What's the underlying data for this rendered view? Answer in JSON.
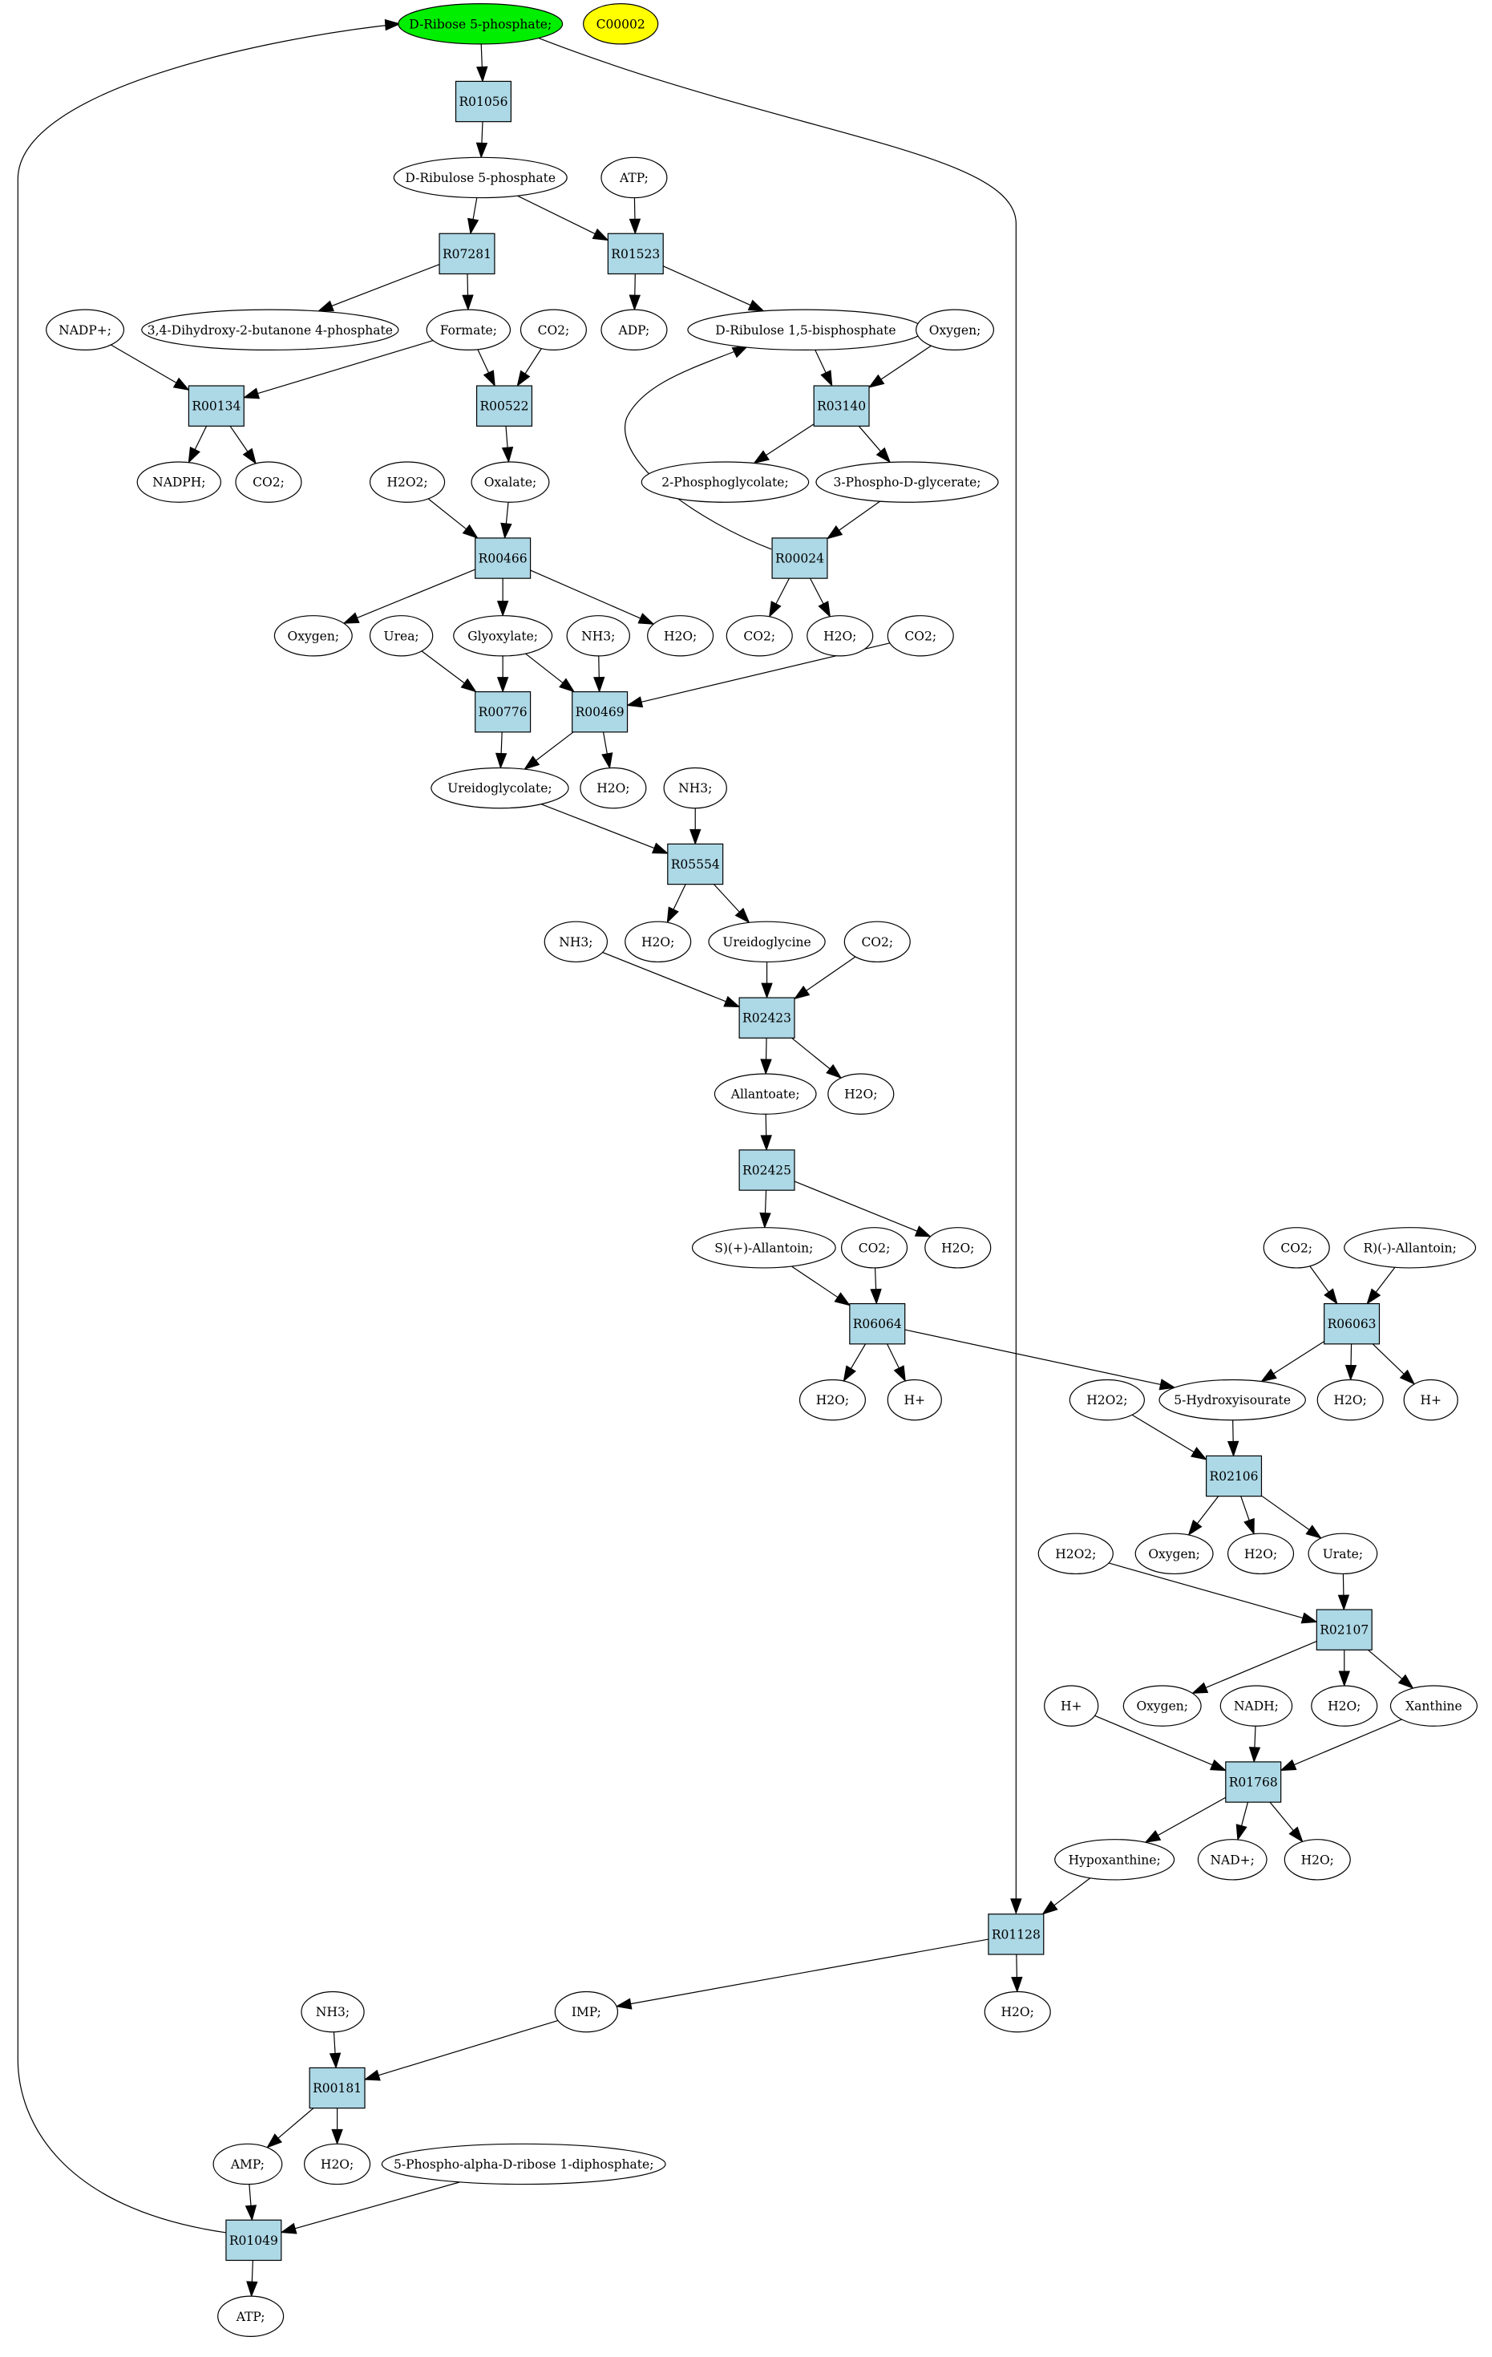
{
  "colors": {
    "reaction_fill": "#add8e6",
    "compound_fill": "#ffffff",
    "highlight_start": "#00ee00",
    "highlight_id": "#ffff00",
    "stroke": "#000000"
  },
  "reactions": [
    {
      "id": "r01056",
      "label": "R01056"
    },
    {
      "id": "r07281",
      "label": "R07281"
    },
    {
      "id": "r01523",
      "label": "R01523"
    },
    {
      "id": "r00134",
      "label": "R00134"
    },
    {
      "id": "r00522",
      "label": "R00522"
    },
    {
      "id": "r03140",
      "label": "R03140"
    },
    {
      "id": "r00466",
      "label": "R00466"
    },
    {
      "id": "r00024",
      "label": "R00024"
    },
    {
      "id": "r00776",
      "label": "R00776"
    },
    {
      "id": "r00469",
      "label": "R00469"
    },
    {
      "id": "r05554",
      "label": "R05554"
    },
    {
      "id": "r02423",
      "label": "R02423"
    },
    {
      "id": "r02425",
      "label": "R02425"
    },
    {
      "id": "r06064",
      "label": "R06064"
    },
    {
      "id": "r06063",
      "label": "R06063"
    },
    {
      "id": "r02106",
      "label": "R02106"
    },
    {
      "id": "r02107",
      "label": "R02107"
    },
    {
      "id": "r01768",
      "label": "R01768"
    },
    {
      "id": "r01128",
      "label": "R01128"
    },
    {
      "id": "r00181",
      "label": "R00181"
    },
    {
      "id": "r01049",
      "label": "R01049"
    }
  ],
  "compounds": [
    {
      "id": "ribose5p",
      "label": "D-Ribose 5-phosphate;",
      "style": "start"
    },
    {
      "id": "c00002",
      "label": "C00002",
      "style": "id"
    },
    {
      "id": "ribulose5p",
      "label": "D-Ribulose 5-phosphate"
    },
    {
      "id": "atp1",
      "label": "ATP;"
    },
    {
      "id": "dihydroxy",
      "label": "3,4-Dihydroxy-2-butanone 4-phosphate"
    },
    {
      "id": "formate",
      "label": "Formate;"
    },
    {
      "id": "adp",
      "label": "ADP;"
    },
    {
      "id": "rubp",
      "label": "D-Ribulose 1,5-bisphosphate"
    },
    {
      "id": "oxygen1",
      "label": "Oxygen;"
    },
    {
      "id": "nadp",
      "label": "NADP+;"
    },
    {
      "id": "co2a",
      "label": "CO2;"
    },
    {
      "id": "nadph",
      "label": "NADPH;"
    },
    {
      "id": "co2b",
      "label": "CO2;"
    },
    {
      "id": "phosphoglycolate",
      "label": "2-Phosphoglycolate;"
    },
    {
      "id": "phosphoglycerate",
      "label": "3-Phospho-D-glycerate;"
    },
    {
      "id": "h2o2a",
      "label": "H2O2;"
    },
    {
      "id": "oxalate",
      "label": "Oxalate;"
    },
    {
      "id": "oxygen2",
      "label": "Oxygen;"
    },
    {
      "id": "urea",
      "label": "Urea;"
    },
    {
      "id": "glyoxylate",
      "label": "Glyoxylate;"
    },
    {
      "id": "nh3a",
      "label": "NH3;"
    },
    {
      "id": "h2oa",
      "label": "H2O;"
    },
    {
      "id": "co2c",
      "label": "CO2;"
    },
    {
      "id": "h2ob",
      "label": "H2O;"
    },
    {
      "id": "co2d",
      "label": "CO2;"
    },
    {
      "id": "ureidoglycolate",
      "label": "Ureidoglycolate;"
    },
    {
      "id": "h2oc",
      "label": "H2O;"
    },
    {
      "id": "nh3b",
      "label": "NH3;"
    },
    {
      "id": "nh3c",
      "label": "NH3;"
    },
    {
      "id": "h2od",
      "label": "H2O;"
    },
    {
      "id": "ureidoglycine",
      "label": "Ureidoglycine"
    },
    {
      "id": "co2e",
      "label": "CO2;"
    },
    {
      "id": "allantoate",
      "label": "Allantoate;"
    },
    {
      "id": "h2oe",
      "label": "H2O;"
    },
    {
      "id": "sallantoin",
      "label": "S)(+)-Allantoin;"
    },
    {
      "id": "co2f",
      "label": "CO2;"
    },
    {
      "id": "h2of",
      "label": "H2O;"
    },
    {
      "id": "co2g",
      "label": "CO2;"
    },
    {
      "id": "rallantoin",
      "label": "R)(-)-Allantoin;"
    },
    {
      "id": "h2og",
      "label": "H2O;"
    },
    {
      "id": "hplus1",
      "label": "H+"
    },
    {
      "id": "h2o2b",
      "label": "H2O2;"
    },
    {
      "id": "hydroxyisourate",
      "label": "5-Hydroxyisourate"
    },
    {
      "id": "h2oh",
      "label": "H2O;"
    },
    {
      "id": "hplus2",
      "label": "H+"
    },
    {
      "id": "oxygen3",
      "label": "Oxygen;"
    },
    {
      "id": "h2oi",
      "label": "H2O;"
    },
    {
      "id": "urate",
      "label": "Urate;"
    },
    {
      "id": "h2o2c",
      "label": "H2O2;"
    },
    {
      "id": "hplus3",
      "label": "H+"
    },
    {
      "id": "oxygen4",
      "label": "Oxygen;"
    },
    {
      "id": "nadh",
      "label": "NADH;"
    },
    {
      "id": "h2oj",
      "label": "H2O;"
    },
    {
      "id": "xanthine",
      "label": "Xanthine"
    },
    {
      "id": "hypoxanthine",
      "label": "Hypoxanthine;"
    },
    {
      "id": "nad",
      "label": "NAD+;"
    },
    {
      "id": "h2ok",
      "label": "H2O;"
    },
    {
      "id": "h2ol",
      "label": "H2O;"
    },
    {
      "id": "nh3d",
      "label": "NH3;"
    },
    {
      "id": "imp",
      "label": "IMP;"
    },
    {
      "id": "amp",
      "label": "AMP;"
    },
    {
      "id": "h2om",
      "label": "H2O;"
    },
    {
      "id": "prpp",
      "label": "5-Phospho-alpha-D-ribose 1-diphosphate;"
    },
    {
      "id": "atp2",
      "label": "ATP;"
    }
  ],
  "edges": [
    [
      "ribose5p",
      "r01056"
    ],
    [
      "ribose5p",
      "r01128"
    ],
    [
      "r01056",
      "ribulose5p"
    ],
    [
      "ribulose5p",
      "r07281"
    ],
    [
      "ribulose5p",
      "r01523"
    ],
    [
      "atp1",
      "r01523"
    ],
    [
      "r07281",
      "dihydroxy"
    ],
    [
      "r07281",
      "formate"
    ],
    [
      "r01523",
      "adp"
    ],
    [
      "r01523",
      "rubp"
    ],
    [
      "nadp",
      "r00134"
    ],
    [
      "formate",
      "r00134"
    ],
    [
      "formate",
      "r00522"
    ],
    [
      "co2a",
      "r00522"
    ],
    [
      "rubp",
      "r03140"
    ],
    [
      "oxygen1",
      "r03140"
    ],
    [
      "r00134",
      "nadph"
    ],
    [
      "r00134",
      "co2b"
    ],
    [
      "r00522",
      "oxalate"
    ],
    [
      "r03140",
      "phosphoglycolate"
    ],
    [
      "r03140",
      "phosphoglycerate"
    ],
    [
      "h2o2a",
      "r00466"
    ],
    [
      "oxalate",
      "r00466"
    ],
    [
      "phosphoglycerate",
      "r00024"
    ],
    [
      "r00024",
      "rubp"
    ],
    [
      "r00466",
      "oxygen2"
    ],
    [
      "r00466",
      "glyoxylate"
    ],
    [
      "r00466",
      "h2oa"
    ],
    [
      "r00024",
      "co2c"
    ],
    [
      "r00024",
      "h2ob"
    ],
    [
      "urea",
      "r00776"
    ],
    [
      "glyoxylate",
      "r00776"
    ],
    [
      "glyoxylate",
      "r00469"
    ],
    [
      "nh3a",
      "r00469"
    ],
    [
      "co2d",
      "r00469"
    ],
    [
      "r00776",
      "ureidoglycolate"
    ],
    [
      "r00469",
      "ureidoglycolate"
    ],
    [
      "r00469",
      "h2oc"
    ],
    [
      "ureidoglycolate",
      "r05554"
    ],
    [
      "nh3b",
      "r05554"
    ],
    [
      "r05554",
      "h2od"
    ],
    [
      "r05554",
      "ureidoglycine"
    ],
    [
      "nh3c",
      "r02423"
    ],
    [
      "ureidoglycine",
      "r02423"
    ],
    [
      "co2e",
      "r02423"
    ],
    [
      "r02423",
      "allantoate"
    ],
    [
      "r02423",
      "h2oe"
    ],
    [
      "allantoate",
      "r02425"
    ],
    [
      "r02425",
      "sallantoin"
    ],
    [
      "r02425",
      "h2of"
    ],
    [
      "sallantoin",
      "r06064"
    ],
    [
      "co2f",
      "r06064"
    ],
    [
      "co2g",
      "r06063"
    ],
    [
      "rallantoin",
      "r06063"
    ],
    [
      "r06064",
      "h2og"
    ],
    [
      "r06064",
      "hplus1"
    ],
    [
      "r06064",
      "hydroxyisourate"
    ],
    [
      "r06063",
      "hydroxyisourate"
    ],
    [
      "r06063",
      "h2oh"
    ],
    [
      "r06063",
      "hplus2"
    ],
    [
      "h2o2b",
      "r02106"
    ],
    [
      "hydroxyisourate",
      "r02106"
    ],
    [
      "r02106",
      "oxygen3"
    ],
    [
      "r02106",
      "h2oi"
    ],
    [
      "r02106",
      "urate"
    ],
    [
      "h2o2c",
      "r02107"
    ],
    [
      "urate",
      "r02107"
    ],
    [
      "r02107",
      "oxygen4"
    ],
    [
      "r02107",
      "h2oj"
    ],
    [
      "r02107",
      "xanthine"
    ],
    [
      "hplus3",
      "r01768"
    ],
    [
      "nadh",
      "r01768"
    ],
    [
      "xanthine",
      "r01768"
    ],
    [
      "r01768",
      "hypoxanthine"
    ],
    [
      "r01768",
      "nad"
    ],
    [
      "r01768",
      "h2ok"
    ],
    [
      "hypoxanthine",
      "r01128"
    ],
    [
      "r01128",
      "imp"
    ],
    [
      "r01128",
      "h2ol"
    ],
    [
      "nh3d",
      "r00181"
    ],
    [
      "imp",
      "r00181"
    ],
    [
      "r00181",
      "amp"
    ],
    [
      "r00181",
      "h2om"
    ],
    [
      "amp",
      "r01049"
    ],
    [
      "prpp",
      "r01049"
    ],
    [
      "r01049",
      "atp2"
    ],
    [
      "r01049",
      "ribose5p"
    ]
  ]
}
